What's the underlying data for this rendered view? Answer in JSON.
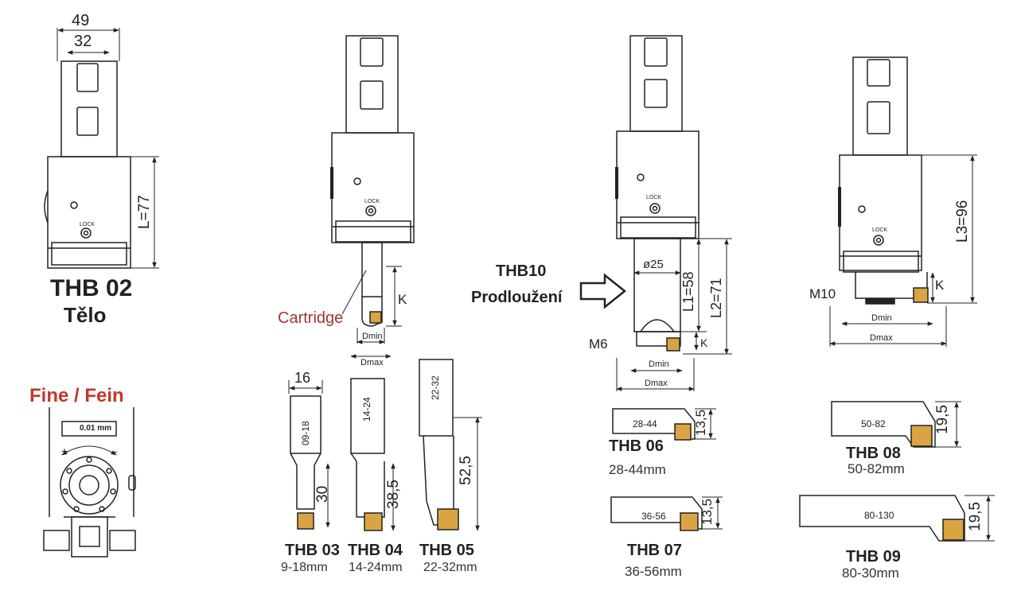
{
  "colors": {
    "line": "#222222",
    "insert": "#d9a441",
    "red_heading": "#c0392b",
    "cartridge_label": "#a83232"
  },
  "thb02": {
    "name": "THB 02",
    "subtitle": "Tělo",
    "dim_top": "49",
    "dim_inner": "32",
    "dim_length": "L=77",
    "lock": "LOCK"
  },
  "fine": {
    "title": "Fine / Fein",
    "scale": "0.01 mm",
    "plus": "+",
    "minus": "–"
  },
  "assembly": {
    "cartridge": "Cartridge",
    "k": "K",
    "dmin": "Dmin",
    "dmax": "Dmax",
    "lock": "LOCK"
  },
  "cartridges": [
    {
      "name": "THB 03",
      "range": "9-18mm",
      "body_label": "09-18",
      "dim_width": "16",
      "dim_height": "30"
    },
    {
      "name": "THB 04",
      "range": "14-24mm",
      "body_label": "14-24",
      "dim_height": "38,5"
    },
    {
      "name": "THB 05",
      "range": "22-32mm",
      "body_label": "22-32",
      "dim_height": "52,5"
    }
  ],
  "thb10": {
    "name": "THB10",
    "subtitle": "Prodloužení",
    "dia": "ø25",
    "l1": "L1=58",
    "l2": "L2=71",
    "thread": "M6",
    "k": "K",
    "dmin": "Dmin",
    "dmax": "Dmax",
    "lock": "LOCK"
  },
  "thb_large": {
    "l3": "L3=96",
    "thread": "M10",
    "k": "K",
    "dmin": "Dmin",
    "dmax": "Dmax",
    "lock": "LOCK"
  },
  "bars": [
    {
      "name": "THB 06",
      "range": "28-44mm",
      "body_label": "28-44",
      "dim": "13,5"
    },
    {
      "name": "THB 07",
      "range": "36-56mm",
      "body_label": "36-56",
      "dim": "13,5"
    },
    {
      "name": "THB 08",
      "range": "50-82mm",
      "body_label": "50-82",
      "dim": "19,5"
    },
    {
      "name": "THB 09",
      "range": "80-30mm",
      "body_label": "80-130",
      "dim": "19,5"
    }
  ]
}
